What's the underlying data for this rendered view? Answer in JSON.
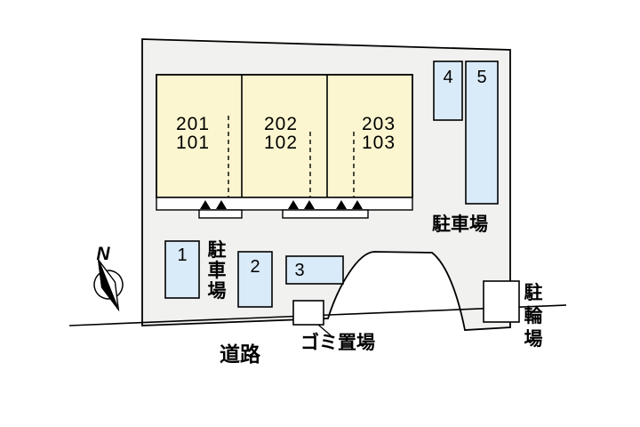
{
  "colors": {
    "site_fill": "#f1f1ef",
    "building_fill": "#fcf6d0",
    "parking_fill": "#d9ebf8",
    "box_fill": "#ffffff",
    "line": "#000000"
  },
  "compass": {
    "label": "N"
  },
  "building": {
    "units": [
      {
        "upper": "201",
        "lower": "101"
      },
      {
        "upper": "202",
        "lower": "102"
      },
      {
        "upper": "203",
        "lower": "103"
      }
    ]
  },
  "parking_left": {
    "label": "駐車場",
    "label_chars": [
      "駐",
      "車",
      "場"
    ],
    "spaces": [
      "1",
      "2",
      "3"
    ]
  },
  "parking_right": {
    "label": "駐車場",
    "spaces": [
      "4",
      "5"
    ]
  },
  "garbage": {
    "label": "ゴミ置場"
  },
  "bicycle": {
    "label": "駐輪場",
    "label_chars": [
      "駐",
      "輪",
      "場"
    ]
  },
  "road": {
    "label": "道路"
  }
}
